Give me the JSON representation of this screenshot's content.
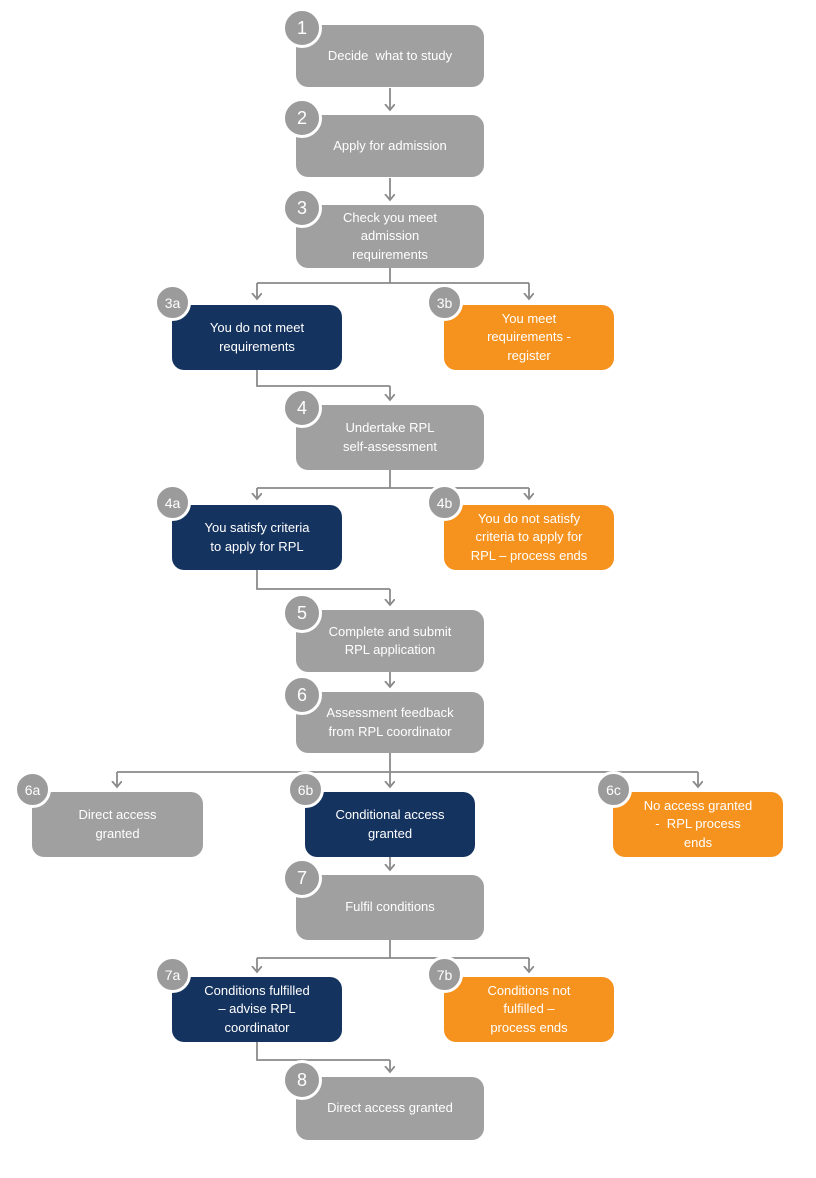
{
  "flowchart": {
    "nodes": {
      "n1": {
        "badge": "1",
        "label": "Decide  what to study"
      },
      "n2": {
        "badge": "2",
        "label": "Apply for admission"
      },
      "n3": {
        "badge": "3",
        "label": "Check you meet\nadmission\nrequirements"
      },
      "n3a": {
        "badge": "3a",
        "label": "You do not meet\nrequirements"
      },
      "n3b": {
        "badge": "3b",
        "label": "You meet\nrequirements -\nregister"
      },
      "n4": {
        "badge": "4",
        "label": "Undertake RPL\nself-assessment"
      },
      "n4a": {
        "badge": "4a",
        "label": "You satisfy criteria\nto apply for RPL"
      },
      "n4b": {
        "badge": "4b",
        "label": "You do not satisfy\ncriteria to apply for\nRPL – process ends"
      },
      "n5": {
        "badge": "5",
        "label": "Complete and submit\nRPL application"
      },
      "n6": {
        "badge": "6",
        "label": "Assessment feedback\nfrom RPL coordinator"
      },
      "n6a": {
        "badge": "6a",
        "label": "Direct access\ngranted"
      },
      "n6b": {
        "badge": "6b",
        "label": "Conditional access\ngranted"
      },
      "n6c": {
        "badge": "6c",
        "label": "No access granted\n-  RPL process\nends"
      },
      "n7": {
        "badge": "7",
        "label": "Fulfil conditions"
      },
      "n7a": {
        "badge": "7a",
        "label": "Conditions fulfilled\n– advise RPL\ncoordinator"
      },
      "n7b": {
        "badge": "7b",
        "label": "Conditions not\nfulfilled –\nprocess ends"
      },
      "n8": {
        "badge": "8",
        "label": "Direct access granted"
      }
    },
    "colors": {
      "step_gray": "#a0a0a0",
      "badge_gray": "#9b9b9b",
      "navy": "#15335f",
      "orange": "#f6921e",
      "connector": "#8a8a8a",
      "text": "#ffffff"
    }
  }
}
